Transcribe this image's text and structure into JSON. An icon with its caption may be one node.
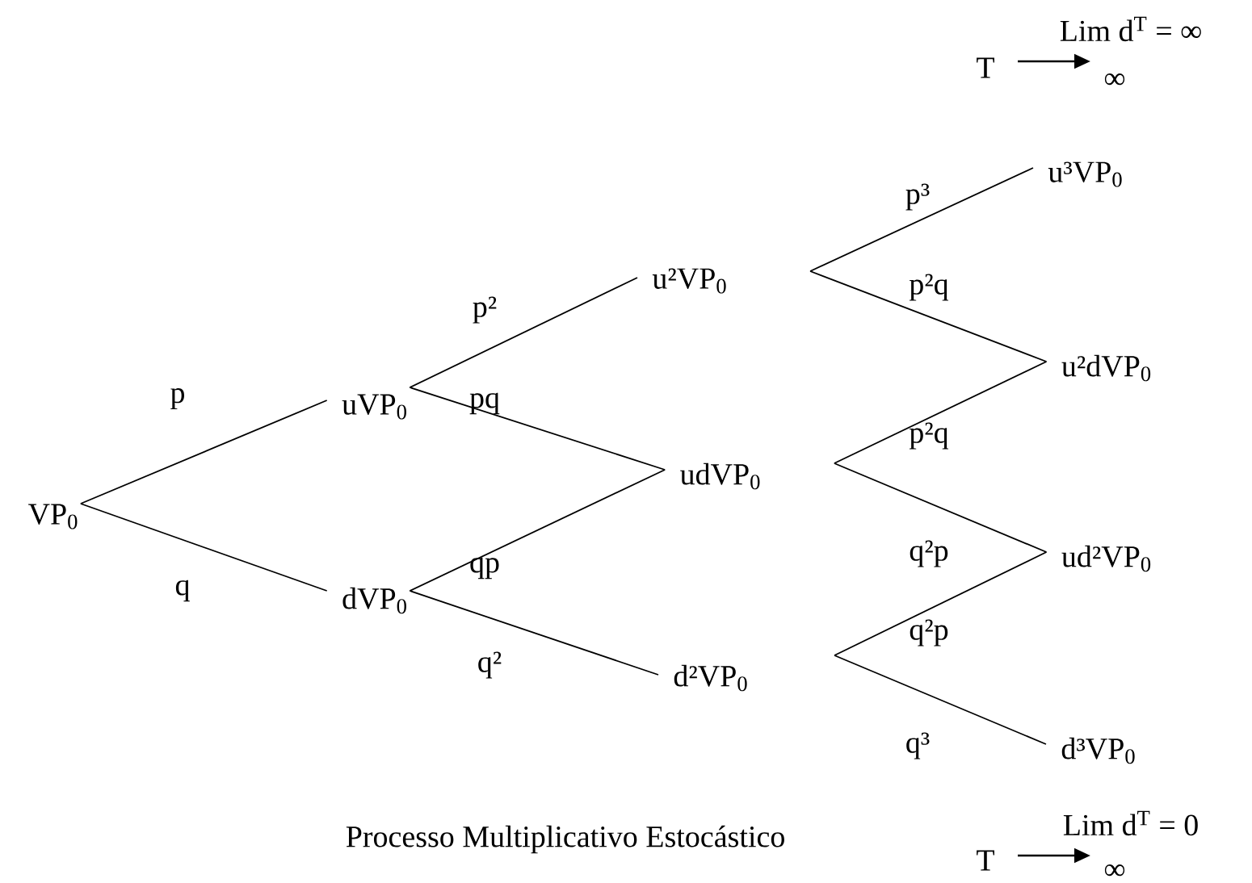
{
  "diagram": {
    "caption": "Processo Multiplicativo Estocástico",
    "nodes": [
      {
        "text": [
          "VP$_{0}$"
        ]
      },
      {
        "text": [
          "uVP$_{0}$"
        ]
      },
      {
        "text": [
          "dVP$_{0}$"
        ]
      },
      {
        "text": [
          "u²VP$_{0}$"
        ]
      },
      {
        "text": [
          "udVP$_{0}$"
        ]
      },
      {
        "text": [
          "d²VP$_{0}$"
        ]
      },
      {
        "text": [
          "u³VP$_{0}$"
        ]
      },
      {
        "text": [
          "u²dVP$_{0}$"
        ]
      },
      {
        "text": [
          "ud²VP$_{0}$"
        ]
      },
      {
        "text": [
          "d³VP$_{0}$"
        ]
      }
    ],
    "edges": [
      {
        "from": 0,
        "to": 1,
        "arrow": "none",
        "label": "p"
      },
      {
        "from": 0,
        "to": 2,
        "arrow": "none",
        "label": "q"
      },
      {
        "from": 1,
        "to": 3,
        "arrow": "none",
        "label": "p²"
      },
      {
        "from": 1,
        "to": 4,
        "arrow": "none",
        "label": "pq"
      },
      {
        "from": 2,
        "to": 4,
        "arrow": "none",
        "label": "qp"
      },
      {
        "from": 2,
        "to": 5,
        "arrow": "none",
        "label": "q²"
      },
      {
        "from": 3,
        "to": 6,
        "arrow": "none",
        "label": "p³"
      },
      {
        "from": 3,
        "to": 7,
        "arrow": "none",
        "label": "p²q"
      },
      {
        "from": 4,
        "to": 7,
        "arrow": "none",
        "label": "p²q"
      },
      {
        "from": 4,
        "to": 8,
        "arrow": "none",
        "label": "q²p"
      },
      {
        "from": 5,
        "to": 8,
        "arrow": "none",
        "label": "q²p"
      },
      {
        "from": 5,
        "to": 9,
        "arrow": "none",
        "label": "q³"
      }
    ],
    "labels": [
      "Lim d$^{T}$ = ∞",
      "T",
      "∞",
      "Lim d$^{T}$ = 0",
      "T",
      "∞"
    ]
  }
}
